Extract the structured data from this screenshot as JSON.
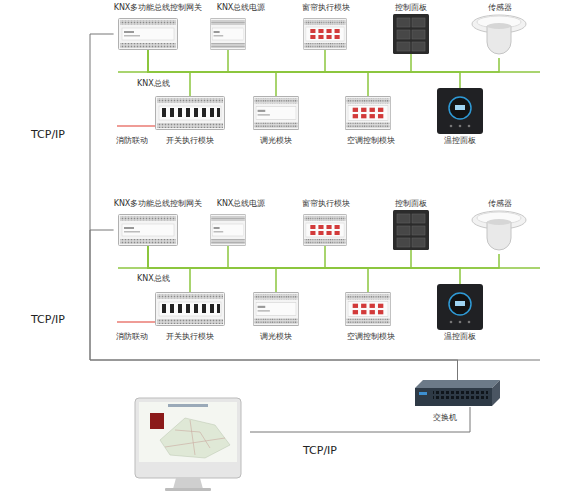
{
  "diagram": {
    "nodes": [
      {
        "text": [
          "KNX多功能总线控制网关"
        ]
      },
      {
        "text": [
          "KNX总线电源"
        ]
      },
      {
        "text": [
          "窗帘执行模块"
        ]
      },
      {
        "text": [
          "控制面板"
        ]
      },
      {
        "text": [
          "传感器"
        ]
      },
      {
        "text": [
          "开关执行模块"
        ]
      },
      {
        "text": [
          "调光模块"
        ]
      },
      {
        "text": [
          "空调控制模块"
        ]
      },
      {
        "text": [
          "温控面板"
        ]
      },
      {
        "text": [
          "KNX多功能总线控制网关"
        ]
      },
      {
        "text": [
          "KNX总线电源"
        ]
      },
      {
        "text": [
          "窗帘执行模块"
        ]
      },
      {
        "text": [
          "控制面板"
        ]
      },
      {
        "text": [
          "传感器"
        ]
      },
      {
        "text": [
          "开关执行模块"
        ]
      },
      {
        "text": [
          "调光模块"
        ]
      },
      {
        "text": [
          "空调控制模块"
        ]
      },
      {
        "text": [
          "温控面板"
        ]
      },
      {
        "text": [
          "交换机"
        ]
      }
    ],
    "edges": [
      {
        "from": 0,
        "to": 18,
        "arrow": "none",
        "label": "TCP/IP"
      },
      {
        "from": 0,
        "to": 1,
        "arrow": "none"
      },
      {
        "from": 0,
        "to": 2,
        "arrow": "none"
      },
      {
        "from": 0,
        "to": 3,
        "arrow": "none"
      },
      {
        "from": 0,
        "to": 4,
        "arrow": "none"
      },
      {
        "from": 0,
        "to": 5,
        "arrow": "none"
      },
      {
        "from": 0,
        "to": 6,
        "arrow": "none"
      },
      {
        "from": 0,
        "to": 7,
        "arrow": "none"
      },
      {
        "from": 0,
        "to": 8,
        "arrow": "none"
      },
      {
        "from": 9,
        "to": 18,
        "arrow": "none",
        "label": "TCP/IP"
      },
      {
        "from": 9,
        "to": 10,
        "arrow": "none"
      },
      {
        "from": 9,
        "to": 11,
        "arrow": "none"
      },
      {
        "from": 9,
        "to": 12,
        "arrow": "none"
      },
      {
        "from": 9,
        "to": 13,
        "arrow": "none"
      },
      {
        "from": 9,
        "to": 14,
        "arrow": "none"
      },
      {
        "from": 9,
        "to": 15,
        "arrow": "none"
      },
      {
        "from": 9,
        "to": 16,
        "arrow": "none"
      },
      {
        "from": 9,
        "to": 17,
        "arrow": "none"
      }
    ],
    "labels": [
      "KNX总线",
      "消防联动",
      "KNX总线",
      "消防联动",
      "TCP/IP"
    ]
  }
}
